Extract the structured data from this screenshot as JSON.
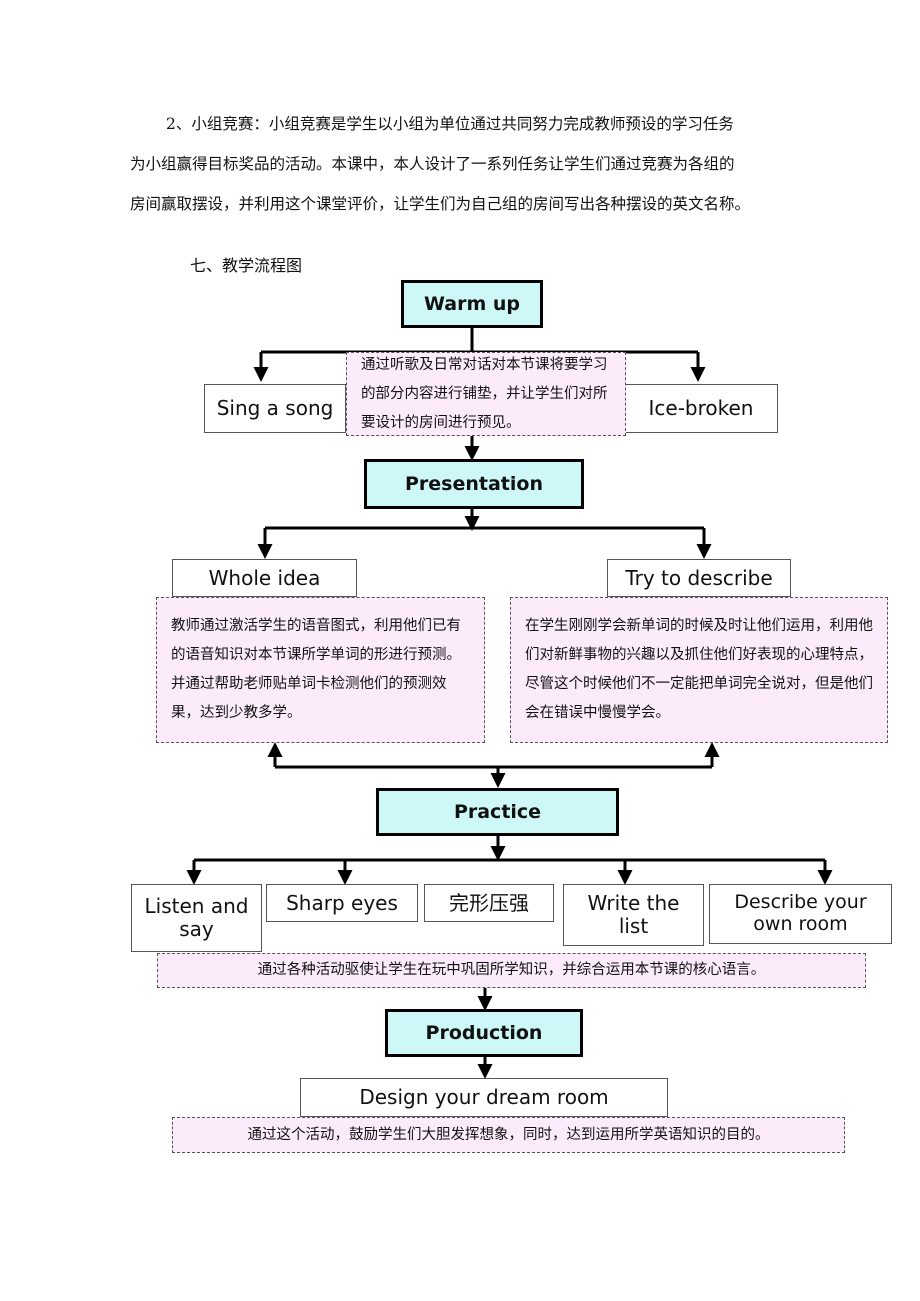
{
  "paragraph": {
    "line1": "2、小组竞赛：小组竞赛是学生以小组为单位通过共同努力完成教师预设的学习任务",
    "line2": "为小组赢得目标奖品的活动。本课中，本人设计了一系列任务让学生们通过竞赛为各组的",
    "line3": "房间赢取摆设，并利用这个课堂评价，让学生们为自己组的房间写出各种摆设的英文名称。"
  },
  "section_title": "七、教学流程图",
  "flow": {
    "warmup": {
      "title": "Warm up",
      "left": "Sing a song",
      "right": "Ice-broken",
      "note": "通过听歌及日常对话对本节课将要学习的部分内容进行铺垫，并让学生们对所要设计的房间进行预见。"
    },
    "presentation": {
      "title": "Presentation",
      "left": "Whole idea",
      "right": "Try to describe",
      "note_left": "教师通过激活学生的语音图式，利用他们已有的语音知识对本节课所学单词的形进行预测。并通过帮助老师贴单词卡检测他们的预测效果，达到少教多学。",
      "note_right": "在学生刚刚学会新单词的时候及时让他们运用，利用他们对新鲜事物的兴趣以及抓住他们好表现的心理特点，尽管这个时候他们不一定能把单词完全说对，但是他们会在错误中慢慢学会。"
    },
    "practice": {
      "title": "Practice",
      "items": [
        "Listen and say",
        "Sharp eyes",
        "完形压强",
        "Write the list",
        "Describe your own room"
      ],
      "note": "通过各种活动驱使让学生在玩中巩固所学知识，并综合运用本节课的核心语言。"
    },
    "production": {
      "title": "Production",
      "item": "Design your dream room",
      "note": "通过这个活动，鼓励学生们大胆发挥想象，同时，达到运用所学英语知识的目的。"
    }
  }
}
